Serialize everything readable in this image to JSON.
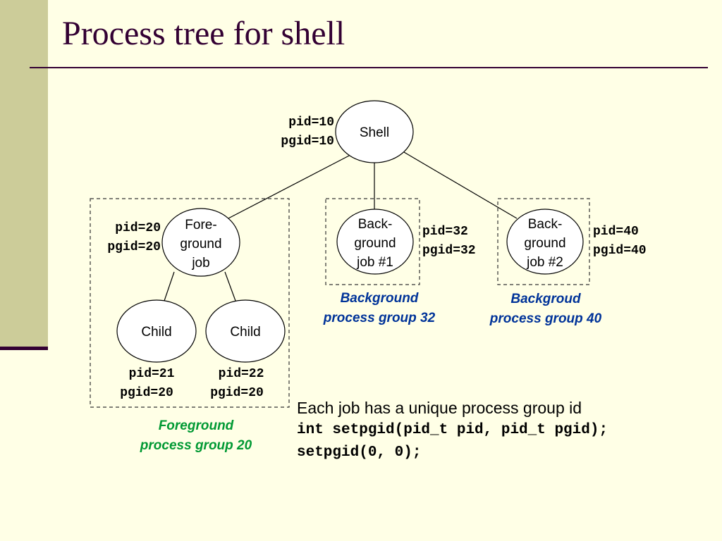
{
  "slide": {
    "title": "Process tree for shell",
    "colors": {
      "background": "#FFFFE6",
      "sidebar": "#CCCC99",
      "accent": "#330033",
      "foreground_group_label": "#009933",
      "background_group_label": "#003399"
    }
  },
  "nodes": {
    "shell": {
      "lines": [
        "Shell"
      ],
      "pid": "pid=10",
      "pgid": "pgid=10"
    },
    "foreground_job": {
      "lines": [
        "Fore-",
        "ground",
        "job"
      ],
      "pid": "pid=20",
      "pgid": "pgid=20"
    },
    "background_job_1": {
      "lines": [
        "Back-",
        "ground",
        "job #1"
      ],
      "pid": "pid=32",
      "pgid": "pgid=32"
    },
    "background_job_2": {
      "lines": [
        "Back-",
        "ground",
        "job #2"
      ],
      "pid": "pid=40",
      "pgid": "pgid=40"
    },
    "child_1": {
      "lines": [
        "Child"
      ],
      "pid": "pid=21",
      "pgid": "pgid=20"
    },
    "child_2": {
      "lines": [
        "Child"
      ],
      "pid": "pid=22",
      "pgid": "pgid=20"
    }
  },
  "groups": {
    "foreground": {
      "lines": [
        "Foreground",
        "process group 20"
      ]
    },
    "background_32": {
      "lines": [
        "Background",
        "process group 32"
      ]
    },
    "background_40": {
      "lines": [
        "Backgroud",
        "process group 40"
      ]
    }
  },
  "note": {
    "text": "Each job has a unique process group id",
    "code_lines": [
      "int setpgid(pid_t pid, pid_t pgid);",
      "setpgid(0, 0);"
    ]
  }
}
